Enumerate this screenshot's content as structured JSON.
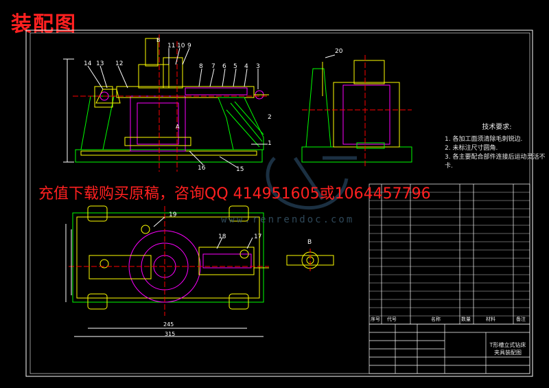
{
  "title": "装配图",
  "promo_text": "充值下载购买原稿，咨询QQ 414951605或1064457796",
  "watermark": "www.renrendoc.com",
  "colors": {
    "background": "#000000",
    "frame": "#ffffff",
    "outline": "#ffff00",
    "part": "#ff00ff",
    "green": "#00ff00",
    "cyan": "#00ffff",
    "red": "#ff0000",
    "promo": "#ff2020"
  },
  "technical_requirements": {
    "heading": "技术要求:",
    "items": [
      "1. 各加工面须清除毛刺锐边.",
      "2. 未标注尺寸圆角.",
      "3. 各主要配合部件连接后运动灵活不卡."
    ]
  },
  "balloons_front": [
    "14",
    "13",
    "12",
    "11",
    "10",
    "9",
    "8",
    "7",
    "6",
    "5",
    "4",
    "3",
    "2",
    "1",
    "16",
    "15"
  ],
  "balloons_side": [
    "20"
  ],
  "balloons_top": [
    "19",
    "18",
    "17"
  ],
  "section_label": "B",
  "dims_top": [
    "245",
    "315"
  ],
  "dims_front": [
    "A",
    "B"
  ],
  "title_block": {
    "drawing_name_line1": "T形槽立式钻床",
    "drawing_name_line2": "夹具装配图"
  },
  "bom_header": [
    "序号",
    "代号",
    "名称",
    "数量",
    "材料",
    "备注"
  ]
}
